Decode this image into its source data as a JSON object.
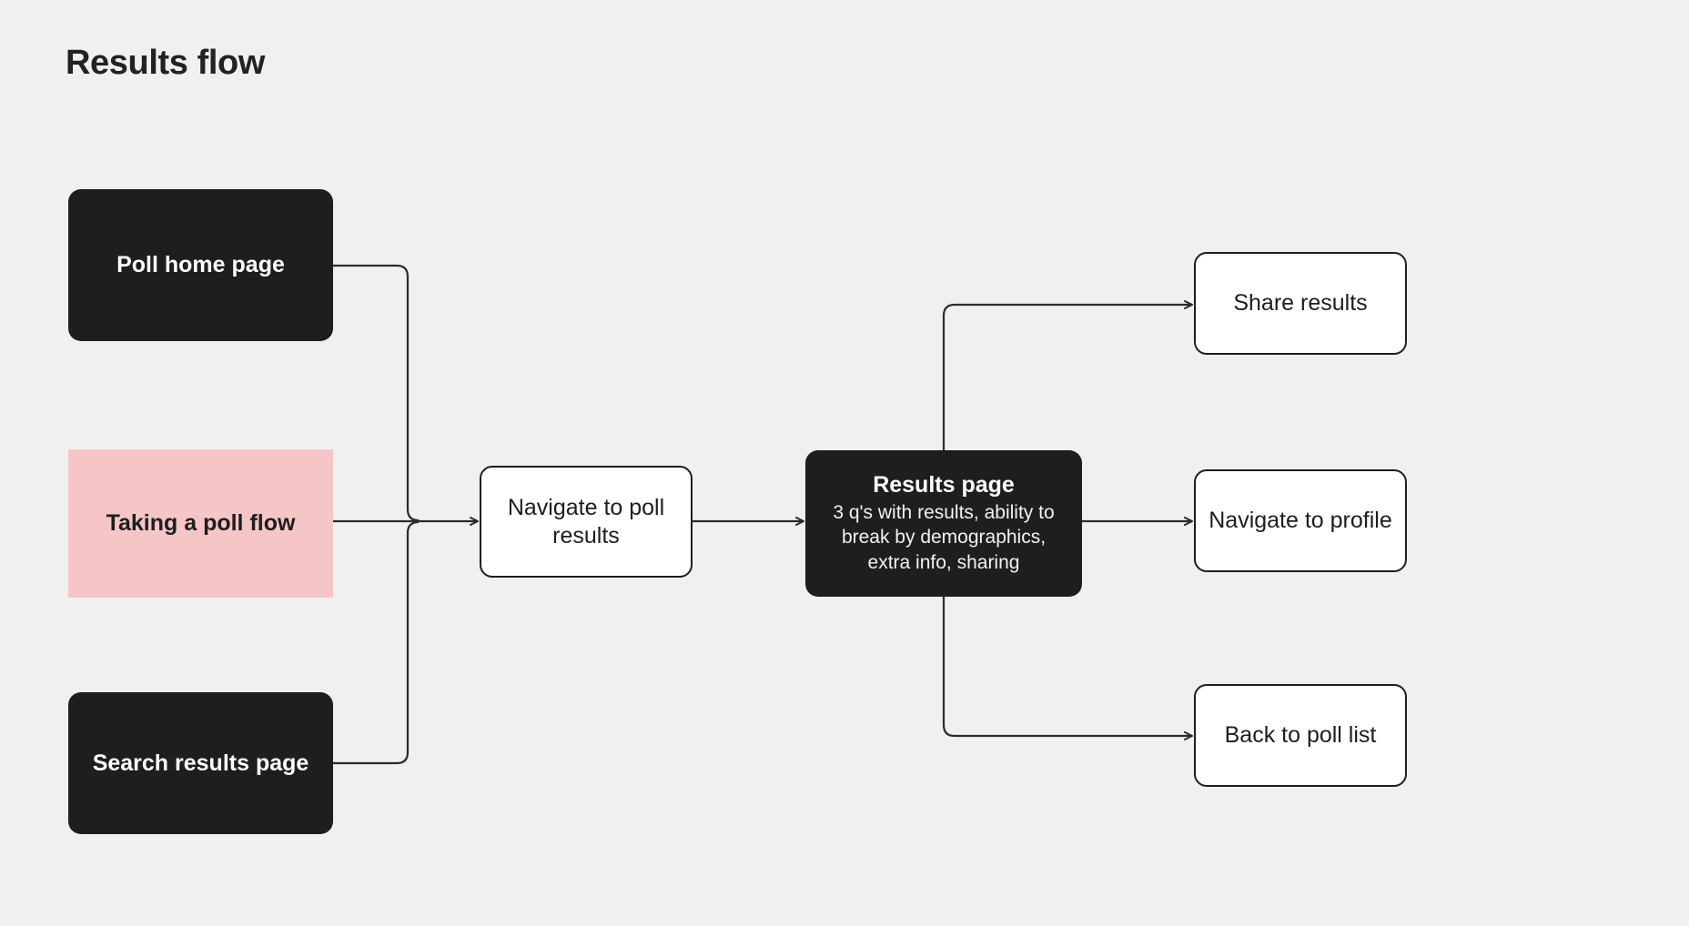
{
  "page": {
    "title": "Results flow",
    "background_color": "#f0f0f0"
  },
  "colors": {
    "dark_node": "#1e1e1e",
    "light_node": "#ffffff",
    "highlight_node": "#f6c6c6",
    "connector": "#2b2b2b",
    "title_text": "#222222"
  },
  "diagram": {
    "type": "flowchart",
    "nodes": [
      {
        "id": "poll-home-page",
        "label": "Poll home page",
        "style": "dark",
        "column": "sources"
      },
      {
        "id": "taking-a-poll-flow",
        "label": "Taking a poll flow",
        "style": "highlight",
        "column": "sources"
      },
      {
        "id": "search-results-page",
        "label": "Search results page",
        "style": "dark",
        "column": "sources"
      },
      {
        "id": "navigate-to-poll-results",
        "label": "Navigate to poll results",
        "style": "light",
        "column": "action"
      },
      {
        "id": "results-page",
        "label": "Results page",
        "sublabel": "3 q's with results, ability to break by demographics, extra info, sharing",
        "style": "dark",
        "column": "destination"
      },
      {
        "id": "share-results",
        "label": "Share results",
        "style": "light",
        "column": "outcomes"
      },
      {
        "id": "navigate-to-profile",
        "label": "Navigate to profile",
        "style": "light",
        "column": "outcomes"
      },
      {
        "id": "back-to-poll-list",
        "label": "Back to poll list",
        "style": "light",
        "column": "outcomes"
      }
    ],
    "edges": [
      {
        "from": "poll-home-page",
        "to": "navigate-to-poll-results",
        "arrow": true
      },
      {
        "from": "taking-a-poll-flow",
        "to": "navigate-to-poll-results",
        "arrow": true
      },
      {
        "from": "search-results-page",
        "to": "navigate-to-poll-results",
        "arrow": true
      },
      {
        "from": "navigate-to-poll-results",
        "to": "results-page",
        "arrow": true
      },
      {
        "from": "results-page",
        "to": "share-results",
        "arrow": true
      },
      {
        "from": "results-page",
        "to": "navigate-to-profile",
        "arrow": true
      },
      {
        "from": "results-page",
        "to": "back-to-poll-list",
        "arrow": true
      }
    ]
  }
}
